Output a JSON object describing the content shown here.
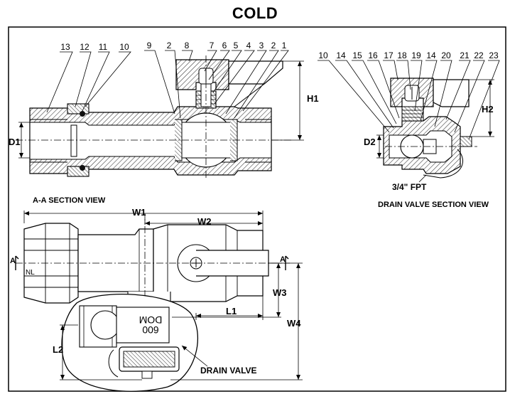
{
  "title": "COLD",
  "section_view": {
    "caption": "A-A SECTION VIEW",
    "callouts": [
      "13",
      "12",
      "11",
      "10",
      "9",
      "2",
      "8",
      "7",
      "6",
      "5",
      "4",
      "3",
      "2",
      "1"
    ],
    "dims": {
      "h1": "H1",
      "d1": "D1"
    }
  },
  "drain_section": {
    "caption": "DRAIN VALVE SECTION VIEW",
    "callouts": [
      "10",
      "14",
      "15",
      "16",
      "17",
      "18",
      "19",
      "14",
      "20",
      "21",
      "22",
      "23"
    ],
    "dims": {
      "h2": "H2",
      "d2": "D2"
    },
    "thread_note": "3/4\" FPT"
  },
  "plan_view": {
    "dims": {
      "w1": "W1",
      "w2": "W2",
      "w3": "W3",
      "w4": "W4",
      "l1": "L1",
      "l2": "L2"
    },
    "section_marker_left": "A",
    "section_marker_right": "A",
    "body_mark": "NL",
    "stamp_line1": "DOM",
    "stamp_line2": "600",
    "drain_label": "DRAIN VALVE"
  }
}
